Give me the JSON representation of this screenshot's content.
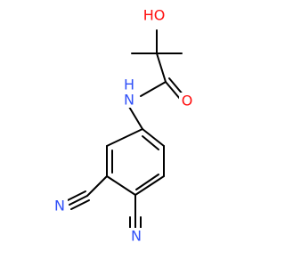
{
  "atoms": {
    "hydroxyl": "HO",
    "amide_nitrogen": "N",
    "amide_hydrogen": "H",
    "carbonyl_oxygen": "O",
    "nitrile_nitrogen_1": "N",
    "nitrile_nitrogen_2": "N"
  },
  "colors": {
    "nitrogen": "#3050F8",
    "oxygen": "#FF0D0D",
    "bond": "#000000",
    "background": "#ffffff"
  }
}
